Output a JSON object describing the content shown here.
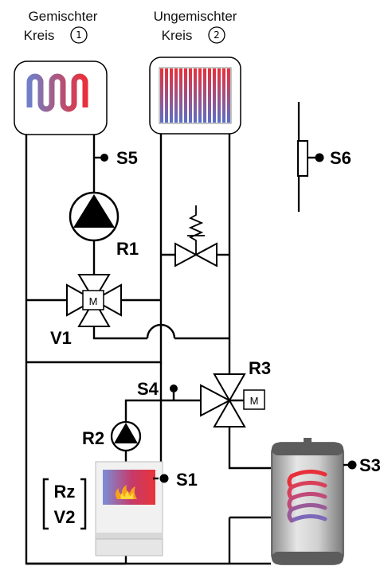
{
  "circuits": {
    "mixed": {
      "line1": "Gemischter",
      "line2": "Kreis",
      "number": "1"
    },
    "unmixed": {
      "line1": "Ungemischter",
      "line2": "Kreis",
      "number": "2"
    }
  },
  "labels": {
    "S1": "S1",
    "S3": "S3",
    "S4": "S4",
    "S5": "S5",
    "S6": "S6",
    "R1": "R1",
    "R2": "R2",
    "R3": "R3",
    "V1": "V1",
    "boiler_line1": "Rz",
    "boiler_line2": "V2",
    "motor": "M"
  },
  "colors": {
    "hot": "#e8303a",
    "cold": "#6f7fc8",
    "burner_bg": "#e8343a",
    "tank_shell": "#9a9a9a"
  }
}
